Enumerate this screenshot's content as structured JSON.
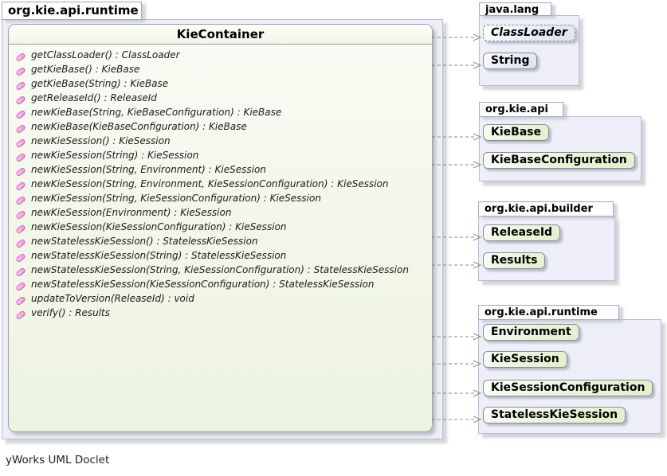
{
  "diagram": {
    "tool_footer": "yWorks UML Doclet"
  },
  "main_package": {
    "name": "org.kie.api.runtime",
    "class": {
      "name": "KieContainer",
      "stereotype": "interface",
      "methods": [
        "getClassLoader() : ClassLoader",
        "getKieBase() : KieBase",
        "getKieBase(String) : KieBase",
        "getReleaseId() : ReleaseId",
        "newKieBase(String, KieBaseConfiguration) : KieBase",
        "newKieBase(KieBaseConfiguration) : KieBase",
        "newKieSession() : KieSession",
        "newKieSession(String) : KieSession",
        "newKieSession(String, Environment) : KieSession",
        "newKieSession(String, Environment, KieSessionConfiguration) : KieSession",
        "newKieSession(String, KieSessionConfiguration) : KieSession",
        "newKieSession(Environment) : KieSession",
        "newKieSession(KieSessionConfiguration) : KieSession",
        "newStatelessKieSession() : StatelessKieSession",
        "newStatelessKieSession(String) : StatelessKieSession",
        "newStatelessKieSession(String, KieSessionConfiguration) : StatelessKieSession",
        "newStatelessKieSession(KieSessionConfiguration) : StatelessKieSession",
        "updateToVersion(ReleaseId) : void",
        "verify() : Results"
      ]
    }
  },
  "packages": [
    {
      "name": "java.lang",
      "items": [
        {
          "label": "ClassLoader",
          "abstract": true,
          "kind": "class"
        },
        {
          "label": "String",
          "kind": "class"
        }
      ]
    },
    {
      "name": "org.kie.api",
      "items": [
        {
          "label": "KieBase",
          "kind": "interface"
        },
        {
          "label": "KieBaseConfiguration",
          "kind": "interface"
        }
      ]
    },
    {
      "name": "org.kie.api.builder",
      "items": [
        {
          "label": "ReleaseId",
          "kind": "interface"
        },
        {
          "label": "Results",
          "kind": "interface"
        }
      ]
    },
    {
      "name": "org.kie.api.runtime",
      "items": [
        {
          "label": "Environment",
          "kind": "interface"
        },
        {
          "label": "KieSession",
          "kind": "interface"
        },
        {
          "label": "KieSessionConfiguration",
          "kind": "interface"
        },
        {
          "label": "StatelessKieSession",
          "kind": "interface"
        }
      ]
    }
  ],
  "colors": {
    "package_fill": "#edeef8",
    "interface_fill": "#e2f0cc",
    "class_fill": "#dbe3f2",
    "method_icon": "#ee8ade",
    "arrow": "#8b8b8b"
  }
}
